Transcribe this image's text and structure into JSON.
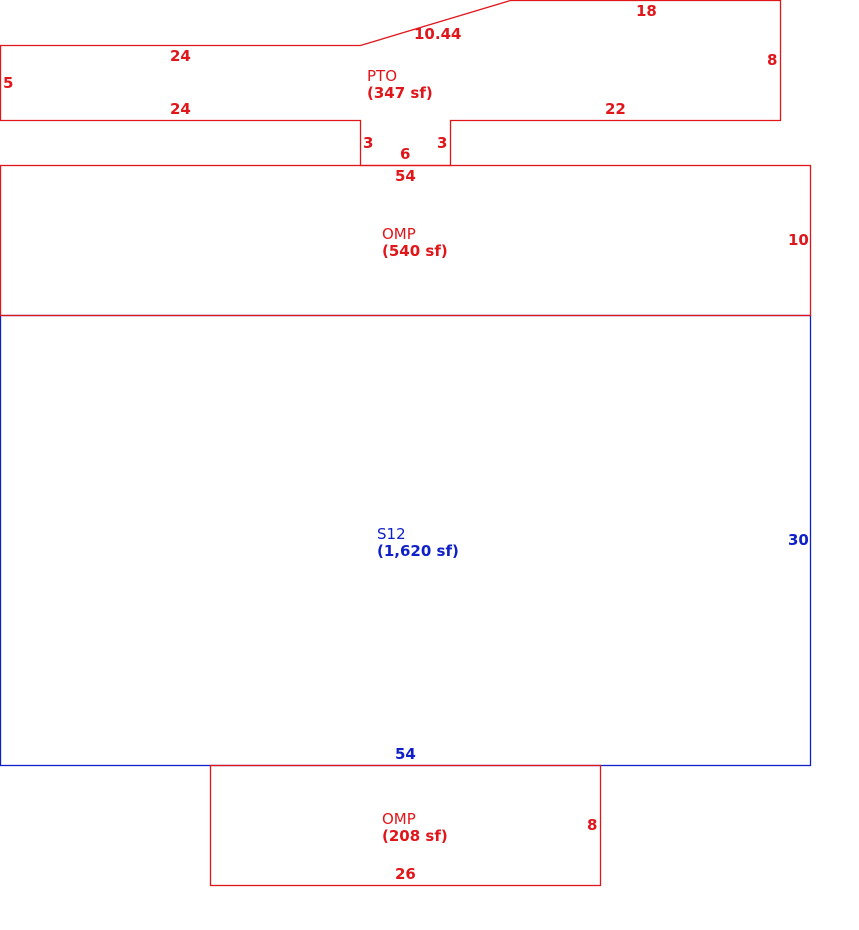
{
  "colors": {
    "red": "#e0161b",
    "blue": "#1020c8",
    "background": "#ffffff"
  },
  "areas": {
    "pto": {
      "name": "PTO",
      "sf": "(347 sf)"
    },
    "omp_top": {
      "name": "OMP",
      "sf": "(540 sf)"
    },
    "s12": {
      "name": "S12",
      "sf": "(1,620 sf)"
    },
    "omp_bottom": {
      "name": "OMP",
      "sf": "(208 sf)"
    }
  },
  "dimensions": {
    "pto": {
      "top_left": "24",
      "diagonal": "10.44",
      "top_right": "18",
      "left": "5",
      "right": "8",
      "bottom_left": "24",
      "bottom_right": "22",
      "neck_left": "3",
      "neck_right": "3",
      "neck_bottom": "6"
    },
    "omp_top": {
      "top": "54",
      "right": "10"
    },
    "s12": {
      "right": "30",
      "bottom": "54"
    },
    "omp_bottom": {
      "right": "8",
      "bottom": "26"
    }
  }
}
